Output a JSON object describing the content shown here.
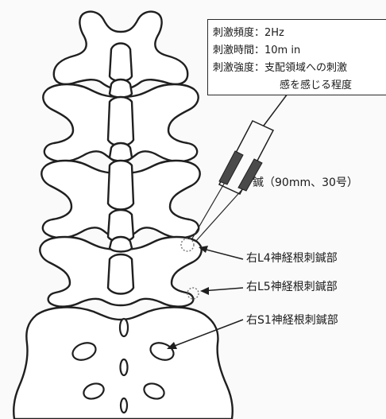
{
  "stimulation": {
    "frequency": "刺激頻度：2Hz",
    "duration": "刺激時間：10m in",
    "intensity_line1": "刺激強度：支配領域への刺激",
    "intensity_line2": "感を感じる程度"
  },
  "needle_label": "鍼（90mm、30号）",
  "sites": [
    "右L4神経根刺鍼部",
    "右L5神経根刺鍼部",
    "右S1神経根刺鍼部"
  ]
}
